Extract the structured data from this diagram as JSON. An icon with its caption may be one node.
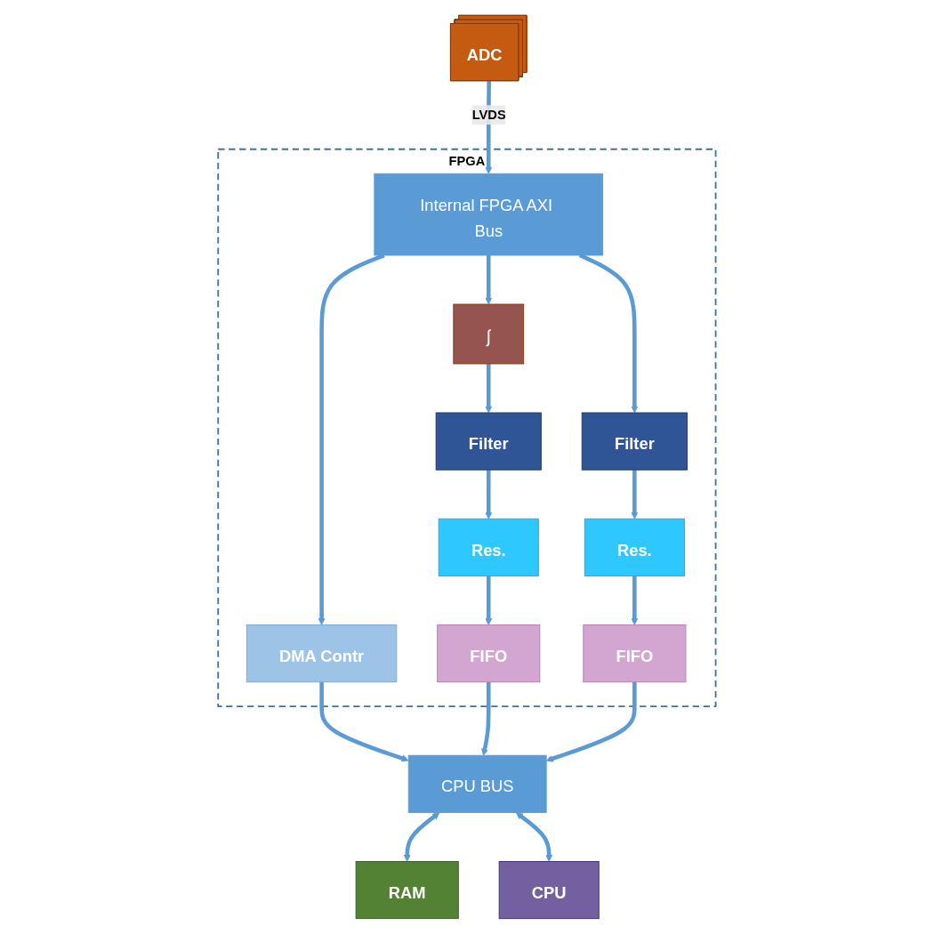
{
  "diagram": {
    "nodes": [
      {
        "text": [
          "ADC"
        ]
      },
      {
        "text": [
          "FPGA"
        ]
      },
      {
        "text": [
          "Internal FPGA AXI Bus"
        ],
        "in": 1
      },
      {
        "text": [
          "∫"
        ],
        "in": 1
      },
      {
        "text": [
          "Filter"
        ],
        "in": 1
      },
      {
        "text": [
          "Res."
        ],
        "in": 1
      },
      {
        "text": [
          "DMA Contr"
        ],
        "in": 1
      },
      {
        "text": [
          "Filter"
        ],
        "in": 1
      },
      {
        "text": [
          "Res."
        ],
        "in": 1
      },
      {
        "text": [
          "FIFO"
        ],
        "in": 1
      },
      {
        "text": [
          "FIFO"
        ],
        "in": 1
      },
      {
        "text": [
          "CPU BUS"
        ]
      },
      {
        "text": [
          "RAM"
        ]
      },
      {
        "text": [
          "CPU"
        ]
      }
    ],
    "edges": [
      {
        "from": 0,
        "to": 2,
        "arrow": "to",
        "label": "LVDS"
      },
      {
        "from": 2,
        "to": 6,
        "arrow": "to"
      },
      {
        "from": 2,
        "to": 3,
        "arrow": "to"
      },
      {
        "from": 2,
        "to": 4,
        "arrow": "to"
      },
      {
        "from": 4,
        "to": 5,
        "arrow": "to"
      },
      {
        "from": 3,
        "to": 7,
        "arrow": "to"
      },
      {
        "from": 7,
        "to": 8,
        "arrow": "to"
      },
      {
        "from": 5,
        "to": 10,
        "arrow": "to"
      },
      {
        "from": 8,
        "to": 9,
        "arrow": "to"
      },
      {
        "from": 6,
        "to": 11,
        "arrow": "to"
      },
      {
        "from": 9,
        "to": 11,
        "arrow": "to"
      },
      {
        "from": 10,
        "to": 11,
        "arrow": "to"
      },
      {
        "from": 11,
        "to": 12,
        "arrow": "both"
      },
      {
        "from": 11,
        "to": 13,
        "arrow": "both"
      }
    ]
  }
}
